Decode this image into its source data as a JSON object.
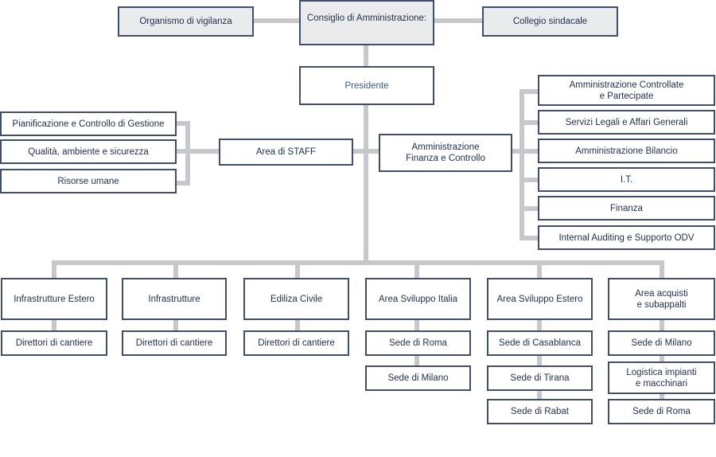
{
  "top": {
    "oversight": "Organismo di vigilanza",
    "board": "Consiglio di Amministrazione:",
    "auditors": "Collegio sindacale"
  },
  "president": "Presidente",
  "staff": {
    "area": "Area di STAFF",
    "items": [
      "Pianificazione e Controllo di Gestione",
      "Qualità, ambiente e sicurezza",
      "Risorse umane"
    ]
  },
  "finance": {
    "area": "Amministrazione\nFinanza e Controllo",
    "items": [
      "Amministrazione Controllate\ne Partecipate",
      "Servizi Legali e Affari Generali",
      "Amministrazione Bilancio",
      "I.T.",
      "Finanza",
      "Internal Auditing e Supporto ODV"
    ]
  },
  "divisions": [
    {
      "name": "Infrastrutture Estero",
      "units": [
        "Direttori di cantiere"
      ]
    },
    {
      "name": "Infrastrutture",
      "units": [
        "Direttori di cantiere"
      ]
    },
    {
      "name": "Ediliza Civile",
      "units": [
        "Direttori di cantiere"
      ]
    },
    {
      "name": "Area Sviluppo Italia",
      "units": [
        "Sede di Roma",
        "Sede di Milano"
      ]
    },
    {
      "name": "Area Sviluppo Estero",
      "units": [
        "Sede di Casablanca",
        "Sede di Tirana",
        "Sede di Rabat"
      ]
    },
    {
      "name": "Area acquisti\ne subappalti",
      "units": [
        "Sede di Milano",
        "Logistica impianti\ne macchinari",
        "Sede di Roma"
      ]
    }
  ]
}
